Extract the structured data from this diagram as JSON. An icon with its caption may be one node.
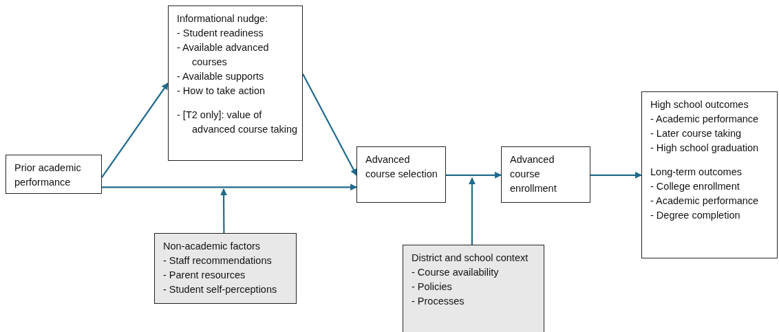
{
  "diagram": {
    "nodes": [
      {
        "text": [
          "Prior academic performance"
        ]
      },
      {
        "text": [
          "Informational nudge:",
          "- Student readiness",
          "- Available advanced courses",
          "- Available supports",
          "- How to take action",
          "- [T2 only]: value of advanced course taking"
        ]
      },
      {
        "text": [
          "Advanced course selection"
        ]
      },
      {
        "text": [
          "Advanced course enrollment"
        ]
      },
      {
        "text": [
          "High school outcomes",
          "- Academic performance",
          "- Later course taking",
          "- High school graduation",
          "Long-term outcomes",
          "- College enrollment",
          "- Academic performance",
          "- Degree completion"
        ]
      },
      {
        "text": [
          "Non-academic factors",
          "- Staff recommendations",
          "- Parent resources",
          "- Student self-perceptions"
        ]
      },
      {
        "text": [
          "District and school context",
          "- Course availability",
          "- Policies",
          "- Processes"
        ]
      }
    ],
    "edges": [
      {
        "from": 0,
        "to": 1,
        "arrow": "to"
      },
      {
        "from": 1,
        "to": 2,
        "arrow": "to"
      },
      {
        "from": 0,
        "to": 2,
        "arrow": "to"
      },
      {
        "from": 5,
        "to": null,
        "arrow": "to"
      },
      {
        "from": 2,
        "to": 3,
        "arrow": "to"
      },
      {
        "from": 6,
        "to": null,
        "arrow": "to"
      },
      {
        "from": 3,
        "to": 4,
        "arrow": "to"
      }
    ]
  }
}
